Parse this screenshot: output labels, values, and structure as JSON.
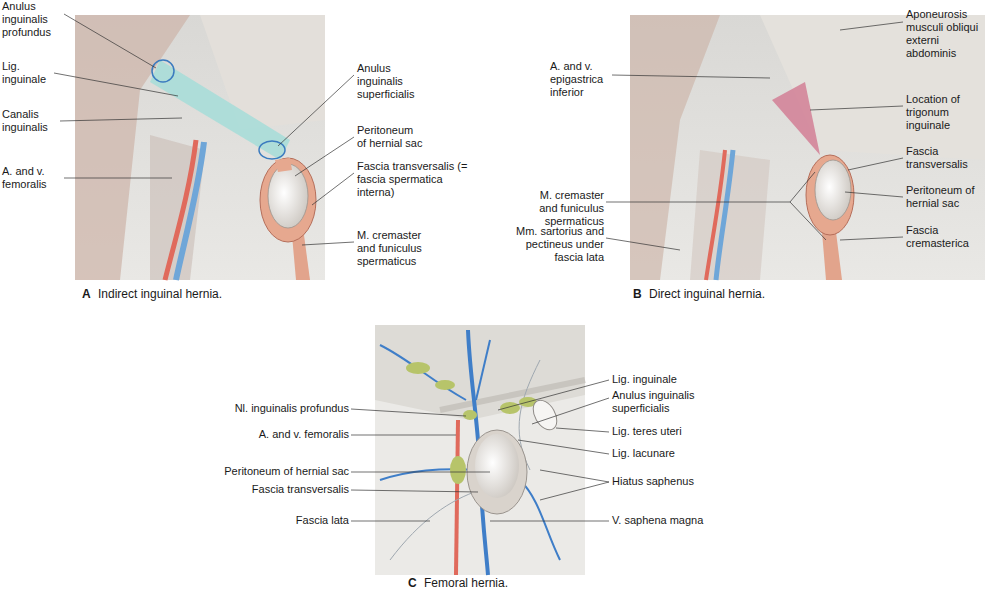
{
  "diagram": {
    "labels": [
      "Anulus inguinalis profundus",
      "Lig. inguinale",
      "Canalis inguinalis",
      "A. and v. femoralis",
      "Anulus inguinalis superficialis",
      "Peritoneum of hernial sac",
      "Fascia transversalis (= fascia spermatica interna)",
      "M. cremaster and funiculus spermaticus",
      "A",
      "Indirect inguinal hernia.",
      "A. and v. epigastrica inferior",
      "Aponeurosis musculi obliqui externi abdominis",
      "Location of trigonum inguinale",
      "Fascia transversalis",
      "Peritoneum of hernial sac",
      "Fascia cremasterica",
      "M. cremaster and funiculus spermaticus",
      "Mm. sartorius and pectineus under fascia lata",
      "B",
      "Direct inguinal hernia.",
      "Nl. inguinalis profundus",
      "A. and v. femoralis",
      "Peritoneum of hernial sac",
      "Fascia transversalis",
      "Fascia lata",
      "Lig. inguinale",
      "Anulus inguinalis superficialis",
      "Lig. teres uteri",
      "Lig. lacunare",
      "Hiatus saphenus",
      "V. saphena magna",
      "C",
      "Femoral hernia."
    ]
  }
}
